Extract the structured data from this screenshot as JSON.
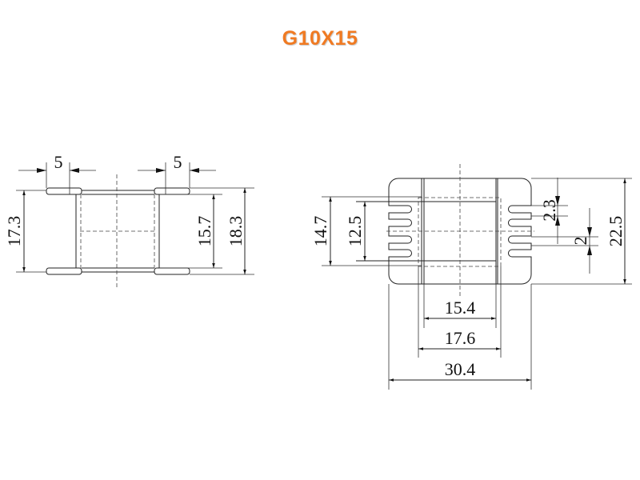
{
  "title": "G10X15",
  "title_color": "#f07a22",
  "side_view": {
    "flange_width_left": "5",
    "flange_width_right": "5",
    "height_inner": "17.3",
    "tube_length": "15.7",
    "overall_height": "18.3"
  },
  "front_view": {
    "window_outer": "14.7",
    "window_inner": "12.5",
    "slot_pitch": "2.3",
    "slot_width": "2",
    "overall_height": "22.5",
    "inner_width": "15.4",
    "core_width": "17.6",
    "overall_width": "30.4"
  }
}
